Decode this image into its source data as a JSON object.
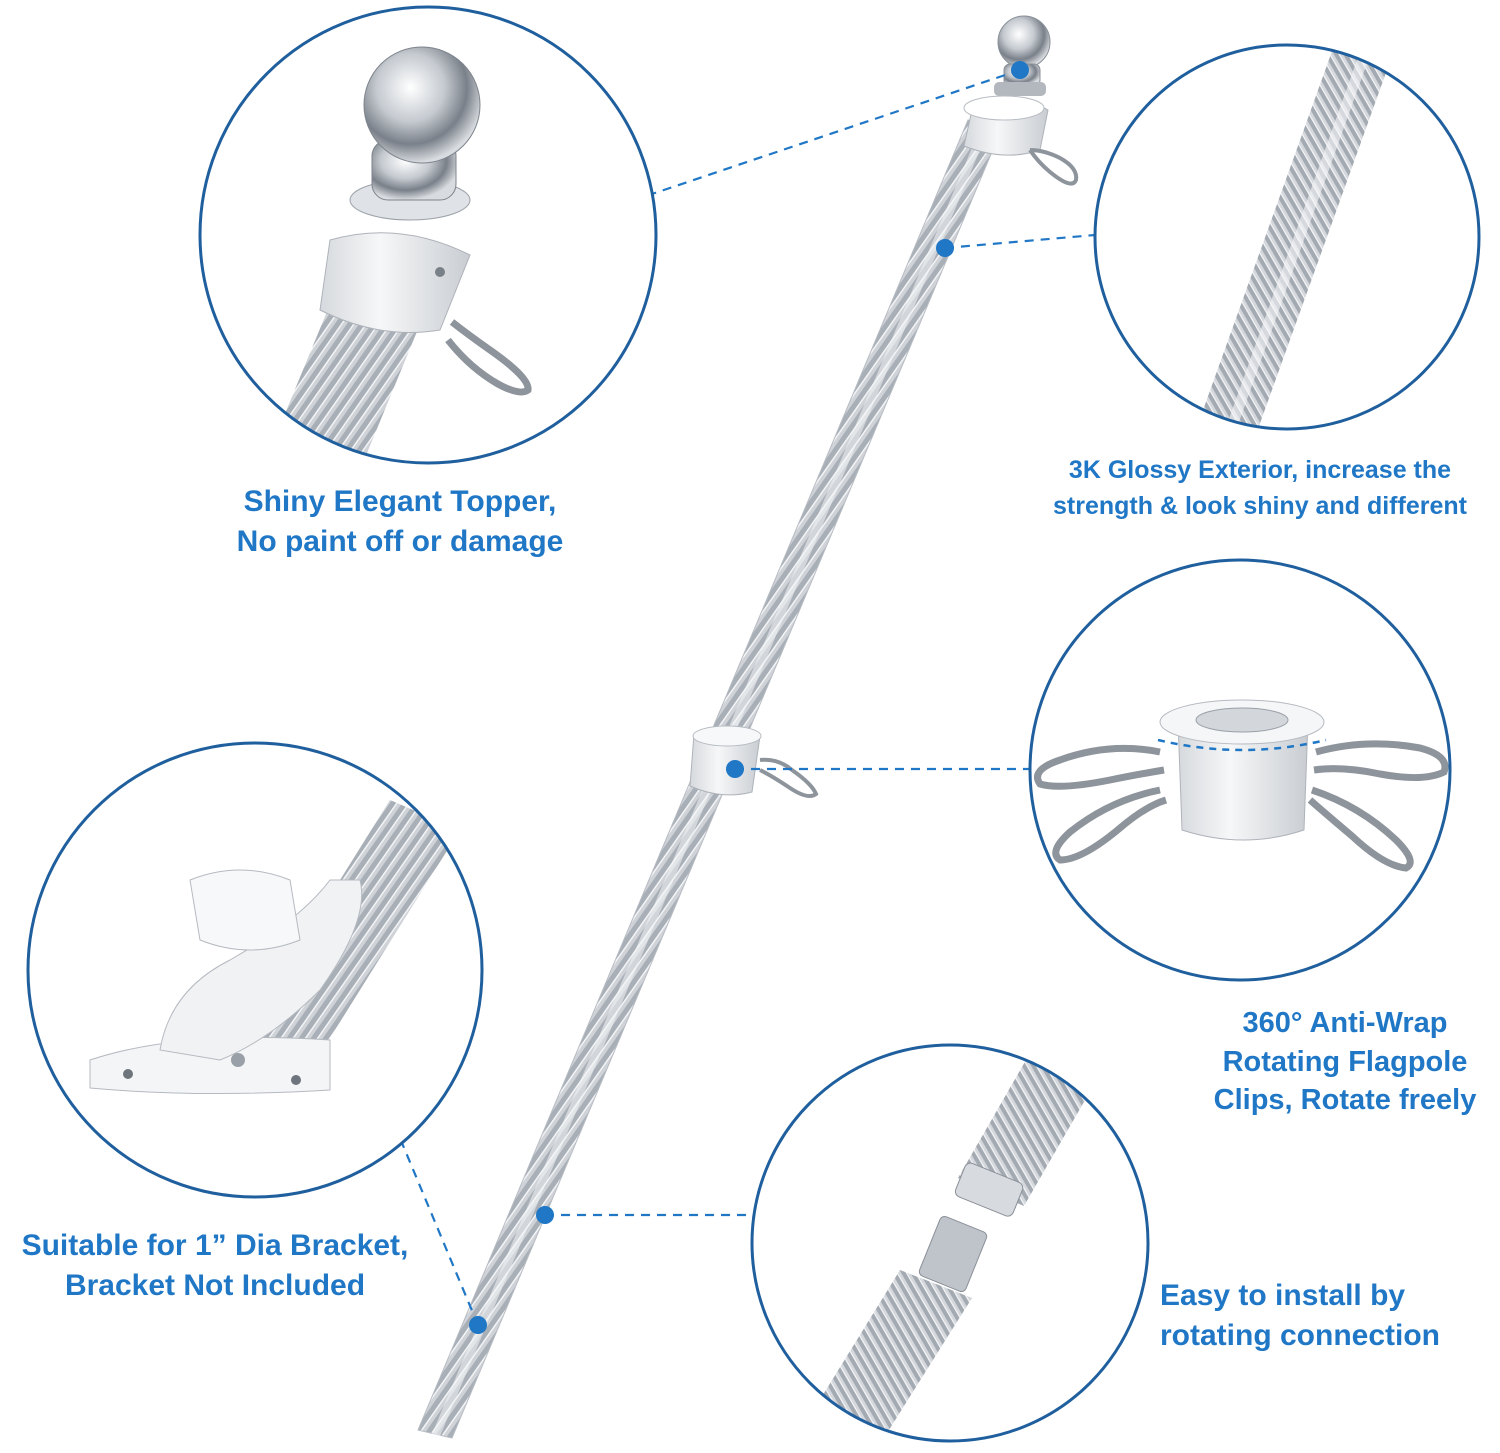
{
  "captions": {
    "topper": {
      "line1": "Shiny Elegant Topper,",
      "line2": "No paint off or damage"
    },
    "exterior": {
      "line1": "3K Glossy Exterior, increase the",
      "line2": "strength & look shiny and different"
    },
    "clips": {
      "line1": "360° Anti-Wrap",
      "line2": "Rotating Flagpole",
      "line3": "Clips, Rotate freely"
    },
    "bracket": {
      "line1": "Suitable for 1” Dia Bracket,",
      "line2": "Bracket Not Included"
    },
    "install": {
      "line1": "Easy to install by",
      "line2": "rotating connection"
    }
  },
  "colors": {
    "accent_blue": "#1f77c6",
    "circle_border": "#1f5f9e",
    "pole_silver": "#c9cdd3",
    "white_part": "#eef0f2"
  },
  "icons": [
    "topper-ball-icon",
    "carabiner-clip-icon",
    "mounting-bracket-icon",
    "threaded-connector-icon"
  ]
}
